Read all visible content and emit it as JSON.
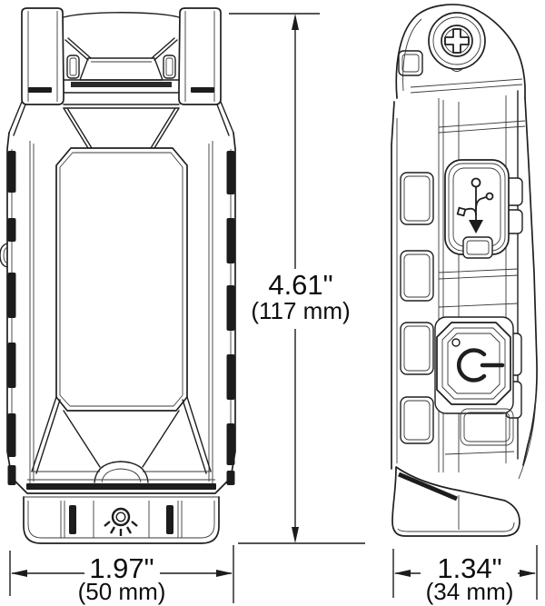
{
  "dimensions": {
    "height": {
      "inches": "4.61\"",
      "metric": "(117 mm)"
    },
    "width": {
      "inches": "1.97\"",
      "metric": "(50 mm)"
    },
    "depth": {
      "inches": "1.34\"",
      "metric": "(34 mm)"
    }
  },
  "icons": {
    "front_view": [
      "light-beam-icon"
    ],
    "side_view": [
      "phillips-screw-icon",
      "usb-icon",
      "power-icon"
    ]
  },
  "colors": {
    "line": "#1f1f1f",
    "text": "#0d0d0d",
    "background": "#ffffff"
  }
}
